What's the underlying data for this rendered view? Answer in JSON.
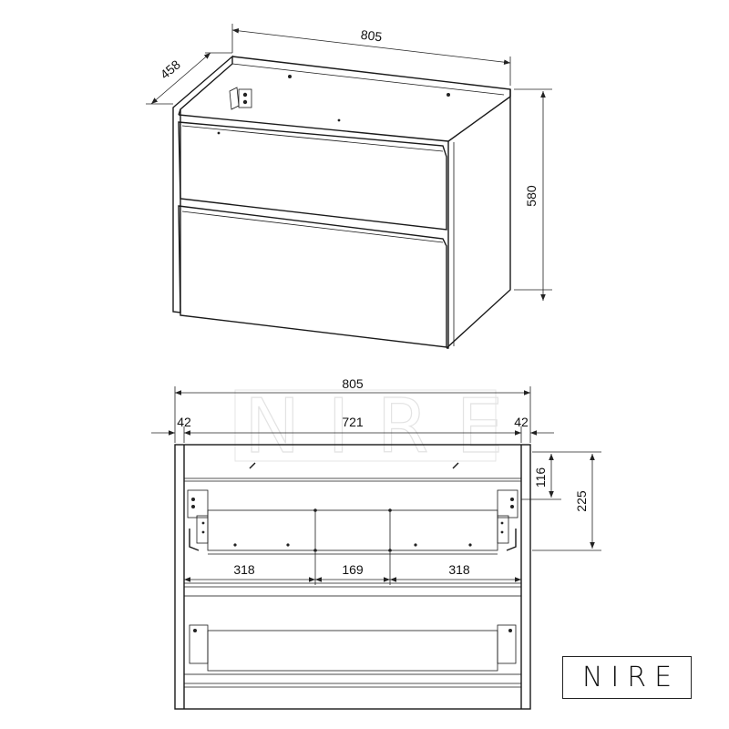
{
  "brand": {
    "watermark": "NIRE",
    "logo": "NIRE"
  },
  "top_view": {
    "width": "805",
    "depth": "458",
    "height": "580"
  },
  "front_view": {
    "width": "805",
    "side_left": "42",
    "inner": "721",
    "side_right": "42",
    "offset_small": "116",
    "offset_large": "225",
    "spacing_left": "318",
    "spacing_center": "169",
    "spacing_right": "318"
  }
}
